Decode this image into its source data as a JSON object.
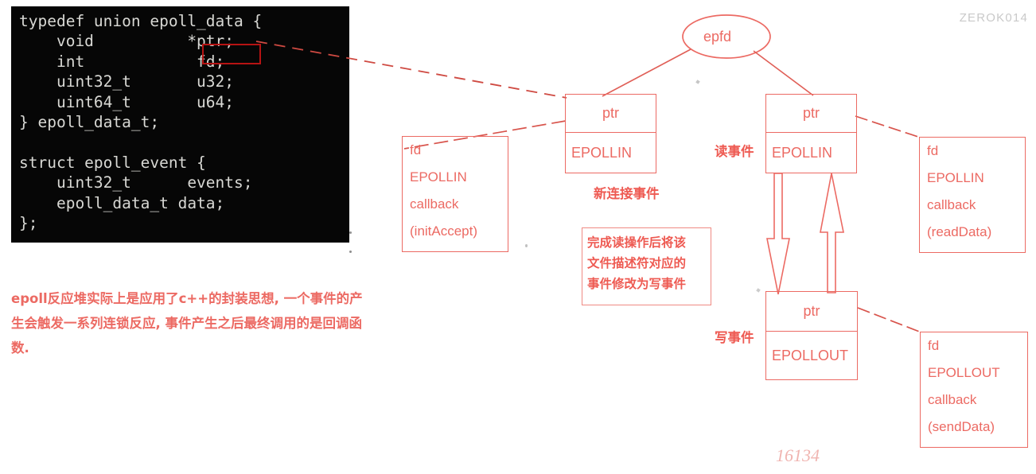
{
  "watermarks": {
    "top_right": "ZEROK014",
    "bottom_center": "16134"
  },
  "code_block": {
    "language": "c",
    "text": "typedef union epoll_data {\n    void          *ptr;\n    int            fd;\n    uint32_t       u32;\n    uint64_t       u64;\n} epoll_data_t;\n\nstruct epoll_event {\n    uint32_t      events;\n    epoll_data_t data;\n};",
    "highlighted_token": "*ptr;",
    "background_color": "#060606",
    "text_color": "#d8d8d4",
    "highlight_color": "#b61313"
  },
  "caption": {
    "text": "epoll反应堆实际上是应用了c++的封装思想, 一个事件的产生会触发一系列连锁反应, 事件产生之后最终调用的是回调函数.",
    "color": "#ec6a63"
  },
  "diagram": {
    "accent_color": "#ec6a63",
    "epfd": {
      "label": "epfd"
    },
    "nodes": [
      {
        "id": "ptr-epollin-left",
        "top": "ptr",
        "bottom": "EPOLLIN",
        "caption": "新连接事件"
      },
      {
        "id": "ptr-epollin-right",
        "top": "ptr",
        "bottom": "EPOLLIN",
        "side_label": "读事件"
      },
      {
        "id": "ptr-epollout",
        "top": "ptr",
        "bottom": "EPOLLOUT",
        "side_label": "写事件"
      }
    ],
    "handlers": [
      {
        "id": "handler-init-accept",
        "lines": [
          "fd",
          "EPOLLIN",
          "callback",
          "(initAccept)"
        ]
      },
      {
        "id": "handler-read-data",
        "lines": [
          "fd",
          "EPOLLIN",
          "callback",
          "(readData)"
        ]
      },
      {
        "id": "handler-send-data",
        "lines": [
          "fd",
          "EPOLLOUT",
          "callback",
          "(sendData)"
        ]
      }
    ],
    "note": {
      "id": "note-switch-to-write",
      "lines": [
        "完成读操作后将该",
        "文件描述符对应的",
        "事件修改为写事件"
      ]
    }
  }
}
